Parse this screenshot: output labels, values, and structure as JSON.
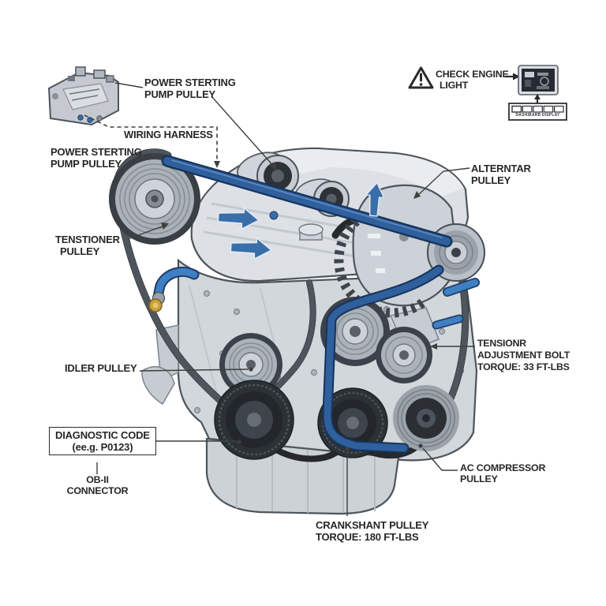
{
  "figure": {
    "type": "engine-serpentine-belt-diagram",
    "background": "#ffffff"
  },
  "colors": {
    "belt_blue": "#2f5f9c",
    "belt_blue_dark": "#1d3c66",
    "belt_black": "#26282c",
    "engine_light": "#dde1e5",
    "engine_mid": "#d2d7db",
    "pulley_dark": "#2c3136",
    "arrow_blue": "#3a6ea8",
    "hose_blue": "#3f7fc4",
    "brass_fitting": "#c9a13b",
    "leader_line": "#3f3f3f",
    "label_text": "#272727"
  },
  "labels": {
    "power_steering_top": {
      "line1": "POWER STERTING",
      "line2": "PUMP PULLEY"
    },
    "wiring_harness": {
      "text": "WIRING HARNESS"
    },
    "power_steering_left": {
      "line1": "POWER STERTING",
      "line2": "PUMP PULLEY"
    },
    "tensioner": {
      "line1": "TENSTIONER",
      "line2": "PULLEY"
    },
    "idler": {
      "text": "IDLER PULLEY"
    },
    "diagnostic_code": {
      "line1": "DIAGNOSTIC CODE",
      "line2": "(ee.g. P0123)"
    },
    "obd_connector": {
      "line1": "OB-II",
      "line2": "CONNECTOR"
    },
    "check_engine": {
      "line1": "CHECK ENGINE",
      "line2": "LIGHT"
    },
    "dashboard_display": {
      "text": "DASHIBARB DISPLAY"
    },
    "alternator": {
      "line1": "ALTERNTAR",
      "line2": "PULLEY"
    },
    "tensioner_bolt": {
      "line1": "TENSIONR",
      "line2": "ADJUSTMENT BOLT",
      "line3": "TORQUE: 33 FT-LBS"
    },
    "ac_compressor": {
      "line1": "AC COMPRESSOR",
      "line2": "PULLEY"
    },
    "crankshaft": {
      "line1": "CRANKSHANT PULLEY",
      "line2": "TORQUE: 180 FT-LBS"
    }
  },
  "values": {
    "diagnostic_code_example": "P0123",
    "tensioner_bolt_torque_ft_lbs": 33,
    "crankshaft_torque_ft_lbs": 180
  }
}
